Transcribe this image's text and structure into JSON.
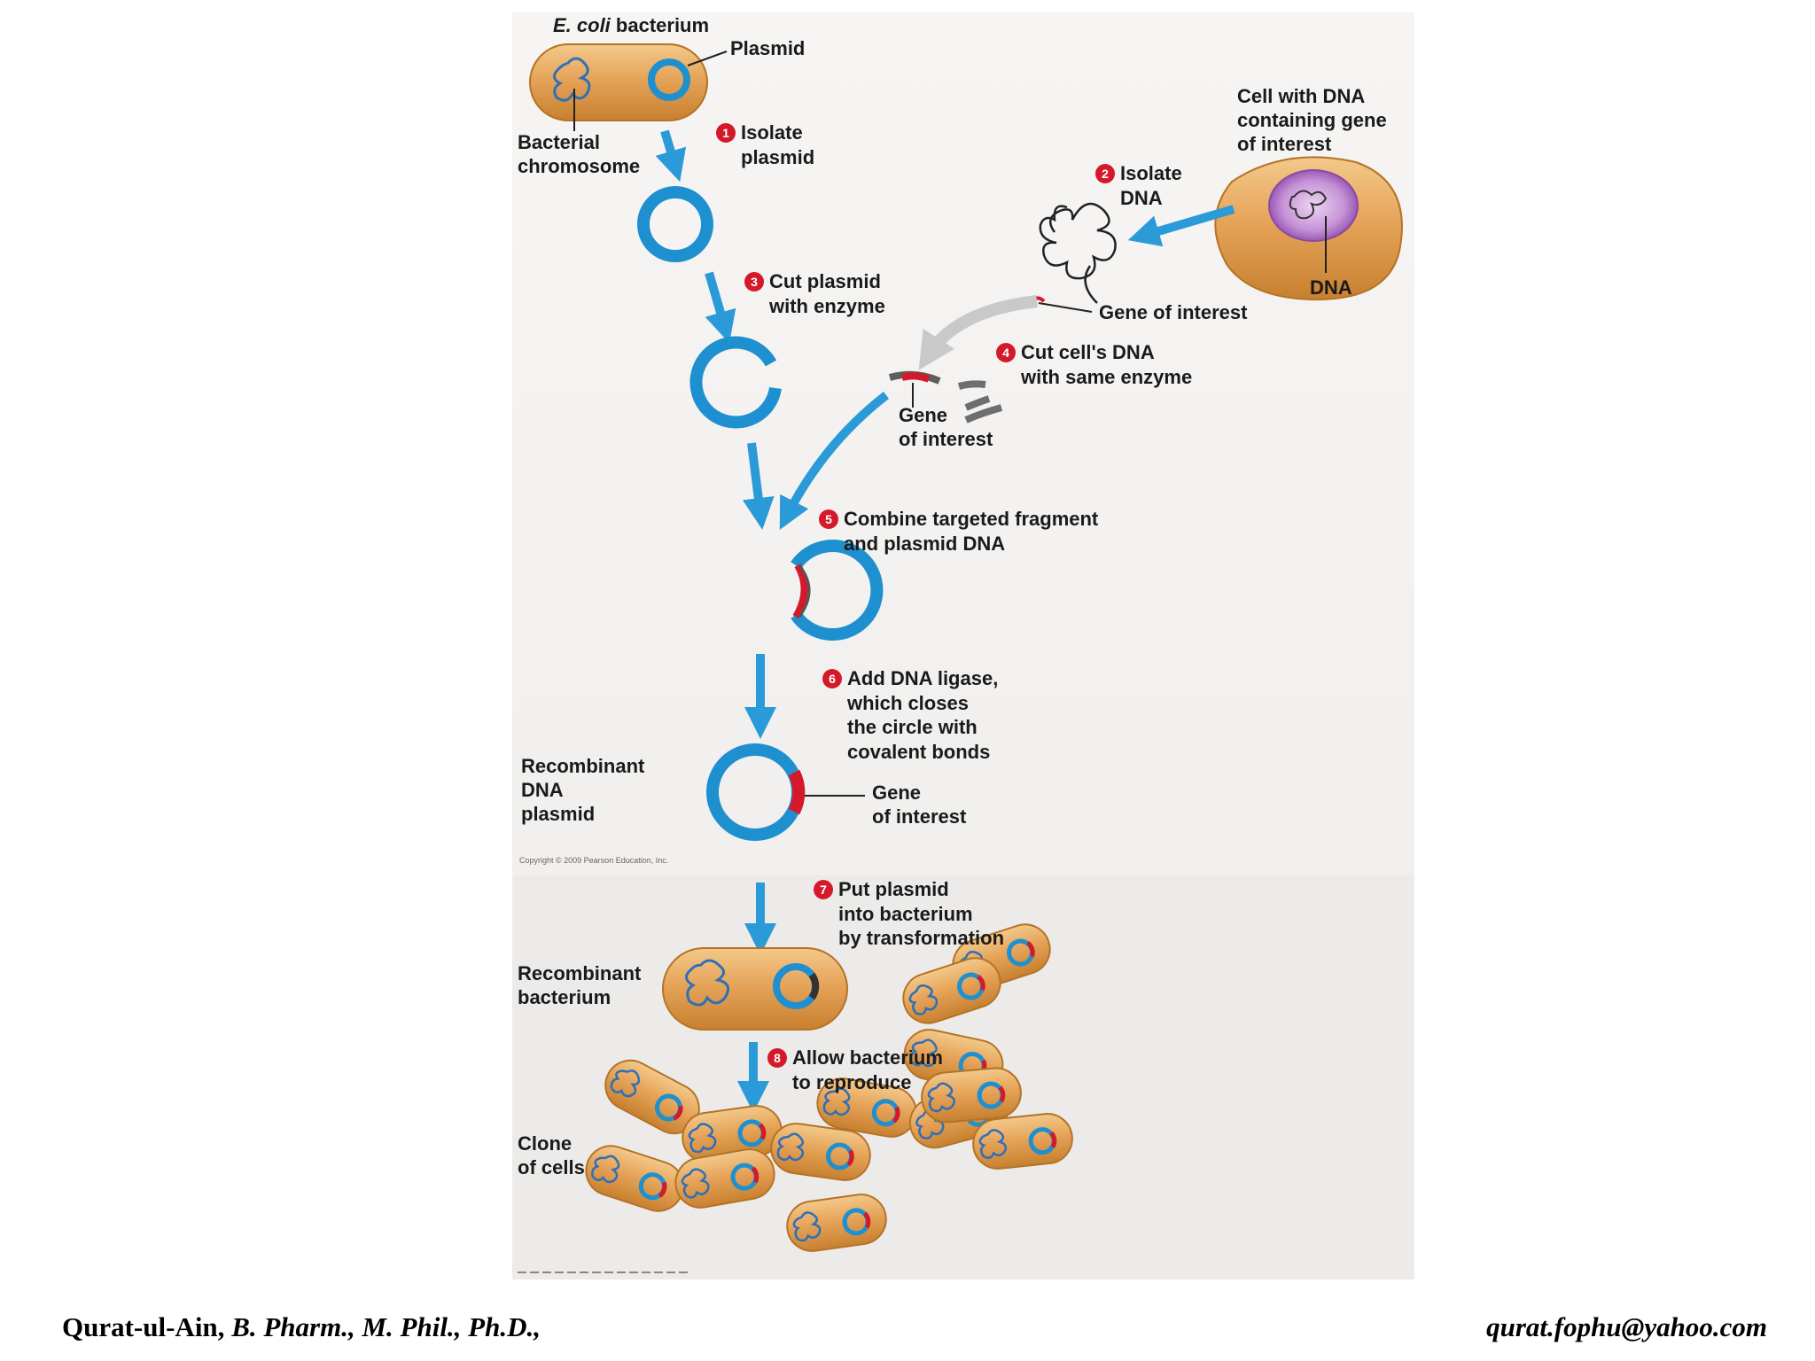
{
  "labels": {
    "ecoli_italic": "E. coli",
    "ecoli_rest": " bacterium",
    "plasmid": "Plasmid",
    "bact_chrom_1": "Bacterial",
    "bact_chrom_2": "chromosome",
    "cell_dna_1": "Cell with DNA",
    "cell_dna_2": "containing gene",
    "cell_dna_3": "of interest",
    "dna": "DNA",
    "gene_interest_a": "Gene of interest",
    "gene_interest_b1": "Gene",
    "gene_interest_b2": "of interest",
    "recomb_plasmid_1": "Recombinant",
    "recomb_plasmid_2": "DNA",
    "recomb_plasmid_3": "plasmid",
    "gene_interest_c1": "Gene",
    "gene_interest_c2": "of interest",
    "recomb_bact_1": "Recombinant",
    "recomb_bact_2": "bacterium",
    "clone_1": "Clone",
    "clone_2": "of cells",
    "copyright": "Copyright © 2009 Pearson Education, Inc."
  },
  "steps": [
    {
      "num": "1",
      "lines": [
        "Isolate",
        "plasmid"
      ]
    },
    {
      "num": "2",
      "lines": [
        "Isolate",
        "DNA"
      ]
    },
    {
      "num": "3",
      "lines": [
        "Cut plasmid",
        "with enzyme"
      ]
    },
    {
      "num": "4",
      "lines": [
        "Cut cell's DNA",
        "with same enzyme"
      ]
    },
    {
      "num": "5",
      "lines": [
        "Combine targeted fragment",
        "and plasmid DNA"
      ]
    },
    {
      "num": "6",
      "lines": [
        "Add DNA ligase,",
        "which closes",
        "the circle with",
        "covalent bonds"
      ]
    },
    {
      "num": "7",
      "lines": [
        "Put plasmid",
        "into bacterium",
        "by transformation"
      ]
    },
    {
      "num": "8",
      "lines": [
        "Allow bacterium",
        "to reproduce"
      ]
    }
  ],
  "footer": {
    "author": "Qurat-ul-Ain,",
    "degrees": " B. Pharm., M. Phil., Ph.D.,",
    "email": "qurat.fophu@yahoo.com"
  },
  "colors": {
    "plasmid_blue": "#1e90d0",
    "gene_red": "#d4192b",
    "cell_orange": "#d99442",
    "arrow_blue": "#2a9ad8",
    "nucleus_purple": "#b07cc6"
  }
}
